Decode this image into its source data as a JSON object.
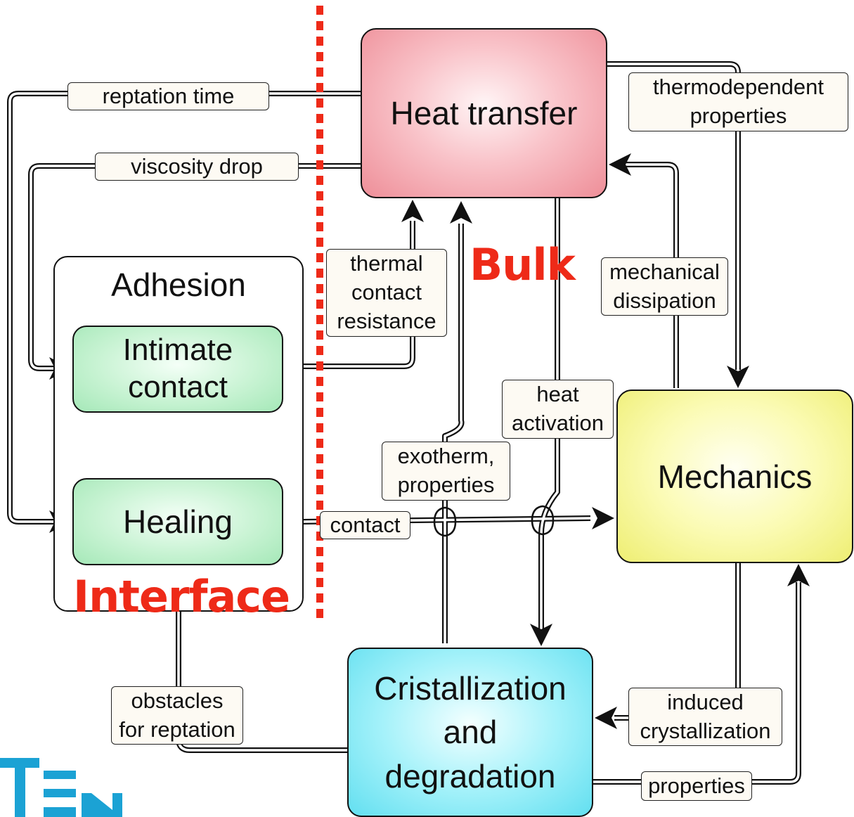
{
  "nodes": {
    "heat_transfer": "Heat transfer",
    "mechanics": "Mechanics",
    "cristallization": [
      "Cristallization",
      "and",
      "degradation"
    ],
    "adhesion": "Adhesion",
    "intimate_contact": [
      "Intimate",
      "contact"
    ],
    "healing": "Healing"
  },
  "regions": {
    "interface": "Interface",
    "bulk": "Bulk"
  },
  "edge_labels": {
    "reptation_time": "reptation time",
    "viscosity_drop": "viscosity drop",
    "thermodependent_properties": "thermodependent\nproperties",
    "thermal_contact_resistance": "thermal\ncontact\nresistance",
    "mechanical_dissipation": "mechanical\ndissipation",
    "heat_activation": "heat\nactivation",
    "exotherm_properties": "exotherm,\nproperties",
    "contact": "contact",
    "obstacles_for_reptation": "obstacles\nfor reptation",
    "induced_crystallization": "induced\ncrystallization",
    "properties": "properties"
  },
  "colors": {
    "heat_transfer": "#f7b4bc",
    "mechanics": "#f7f79a",
    "cristallization": "#8ee8f4",
    "adhesion_nodes": "#bff0cc",
    "region_label": "#ee2a18",
    "divider": "#ee2a18"
  }
}
